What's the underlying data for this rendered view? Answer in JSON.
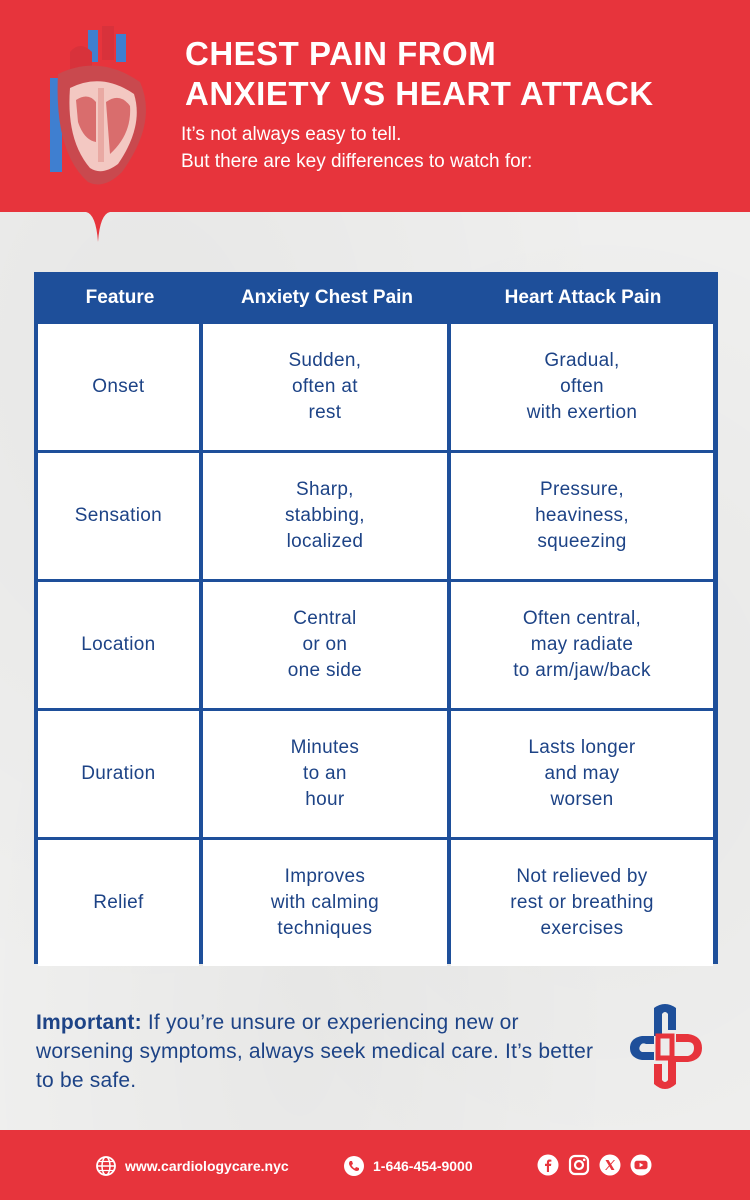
{
  "header": {
    "title_line1": "CHEST PAIN FROM",
    "title_line2": "ANXIETY VS HEART ATTACK",
    "subtitle_line1": "It’s not always easy to tell.",
    "subtitle_line2": "But there are key differences to watch for:"
  },
  "table": {
    "headers": [
      "Feature",
      "Anxiety Chest Pain",
      "Heart Attack Pain"
    ],
    "rows": [
      {
        "feature": "Onset",
        "anxiety": "Sudden,\noften at\nrest",
        "heart": "Gradual,\noften\nwith exertion"
      },
      {
        "feature": "Sensation",
        "anxiety": "Sharp,\nstabbing,\nlocalized",
        "heart": "Pressure,\nheaviness,\nsqueezing"
      },
      {
        "feature": "Location",
        "anxiety": "Central\nor on\none side",
        "heart": "Often central,\nmay radiate\nto arm/jaw/back"
      },
      {
        "feature": "Duration",
        "anxiety": "Minutes\nto an\nhour",
        "heart": "Lasts longer\nand may\nworsen"
      },
      {
        "feature": "Relief",
        "anxiety": "Improves\nwith calming\ntechniques",
        "heart": "Not relieved by\nrest or breathing\nexercises"
      }
    ]
  },
  "note": {
    "label": "Important:",
    "text": " If you’re unsure or experiencing new or worsening symptoms, always seek medical care. It’s better to be safe."
  },
  "footer": {
    "website": "www.cardiologycare.nyc",
    "phone": "1-646-454-9000",
    "socials": [
      "facebook-icon",
      "instagram-icon",
      "x-icon",
      "youtube-icon"
    ]
  },
  "colors": {
    "brand_red": "#e7343c",
    "brand_blue": "#1e4f9a",
    "text_blue": "#1d4386"
  }
}
